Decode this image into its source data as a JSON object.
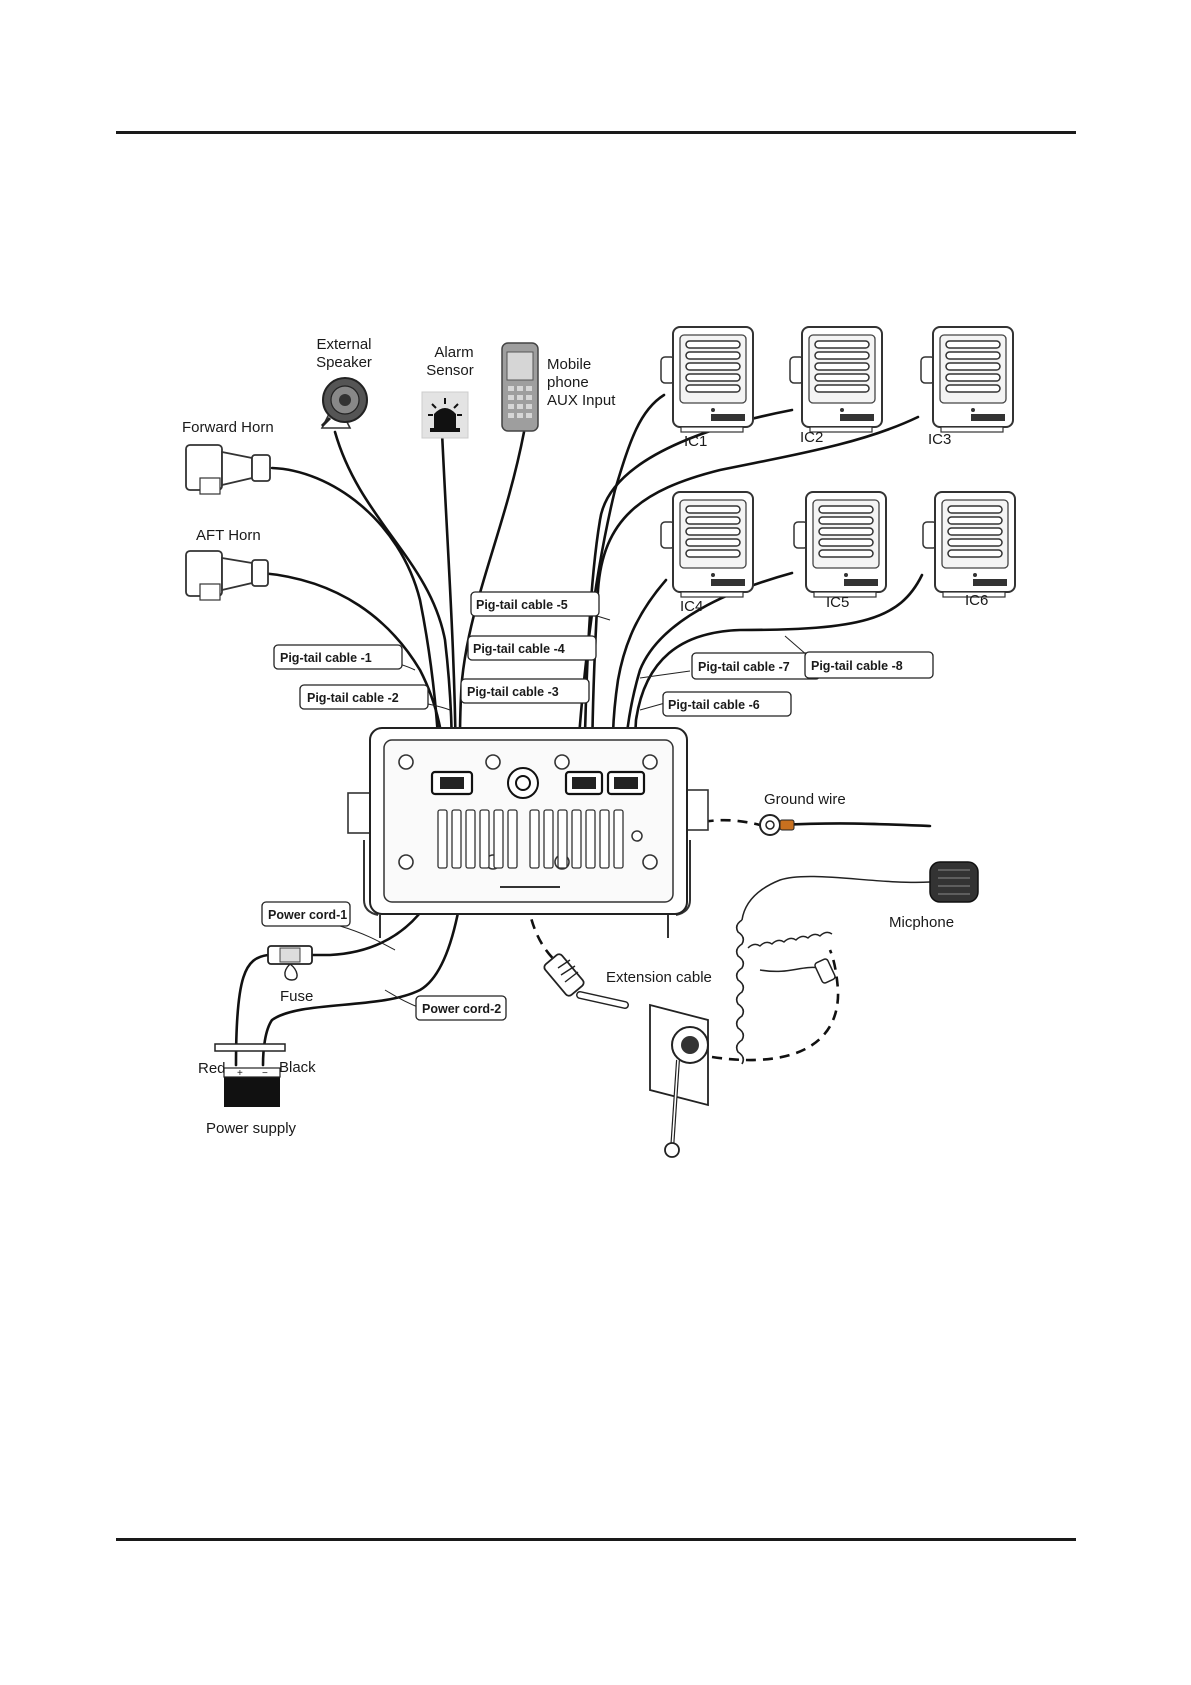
{
  "diagram": {
    "devices": {
      "forward_horn": "Forward Horn",
      "aft_horn": "AFT Horn",
      "external_speaker": [
        "External",
        "Speaker"
      ],
      "alarm_sensor": [
        "Alarm",
        "Sensor"
      ],
      "mobile_phone": [
        "Mobile",
        "phone",
        "AUX Input"
      ],
      "ic_units": [
        "IC1",
        "IC2",
        "IC3",
        "IC4",
        "IC5",
        "IC6"
      ],
      "ground_wire": "Ground wire",
      "micphone": "Micphone",
      "extension_cable": "Extension cable",
      "fuse": "Fuse",
      "red": "Red",
      "black": "Black",
      "power_supply": "Power supply",
      "terminal_plus": "+",
      "terminal_minus": "−"
    },
    "callouts": {
      "pig1": "Pig-tail cable -1",
      "pig2": "Pig-tail cable -2",
      "pig3": "Pig-tail cable -3",
      "pig4": "Pig-tail cable -4",
      "pig5": "Pig-tail cable -5",
      "pig6": "Pig-tail cable -6",
      "pig7": "Pig-tail cable -7",
      "pig8": "Pig-tail cable -8",
      "power1": "Power cord-1",
      "power2": "Power cord-2"
    }
  }
}
